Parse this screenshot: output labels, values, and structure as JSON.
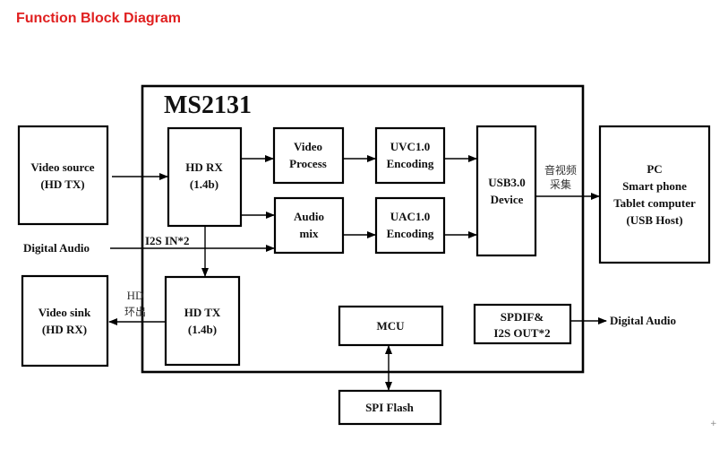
{
  "title": "Function Block Diagram",
  "chip_name": "MS2131",
  "blocks": {
    "video_source": [
      "Video source",
      "(HD TX)"
    ],
    "video_sink": [
      "Video sink",
      "(HD RX)"
    ],
    "hd_rx": [
      "HD RX",
      "(1.4b)"
    ],
    "hd_tx": [
      "HD TX",
      "(1.4b)"
    ],
    "video_process": [
      "Video",
      "Process"
    ],
    "audio_mix": [
      "Audio",
      "mix"
    ],
    "uvc": [
      "UVC1.0",
      "Encoding"
    ],
    "uac": [
      "UAC1.0",
      "Encoding"
    ],
    "usb": [
      "USB3.0",
      "Device"
    ],
    "host": [
      "PC",
      "Smart phone",
      "Tablet computer",
      "(USB Host)"
    ],
    "mcu": [
      "MCU"
    ],
    "spdif": [
      "SPDIF&",
      "I2S OUT*2"
    ],
    "spi_flash": [
      "SPI Flash"
    ]
  },
  "labels": {
    "digital_audio_in": "Digital Audio",
    "i2s_in": "I2S IN*2",
    "digital_audio_out": "Digital Audio",
    "av_capture": [
      "音视频",
      "采集"
    ],
    "hd_loop_out": [
      "HD",
      "环出"
    ]
  },
  "marker": "+"
}
